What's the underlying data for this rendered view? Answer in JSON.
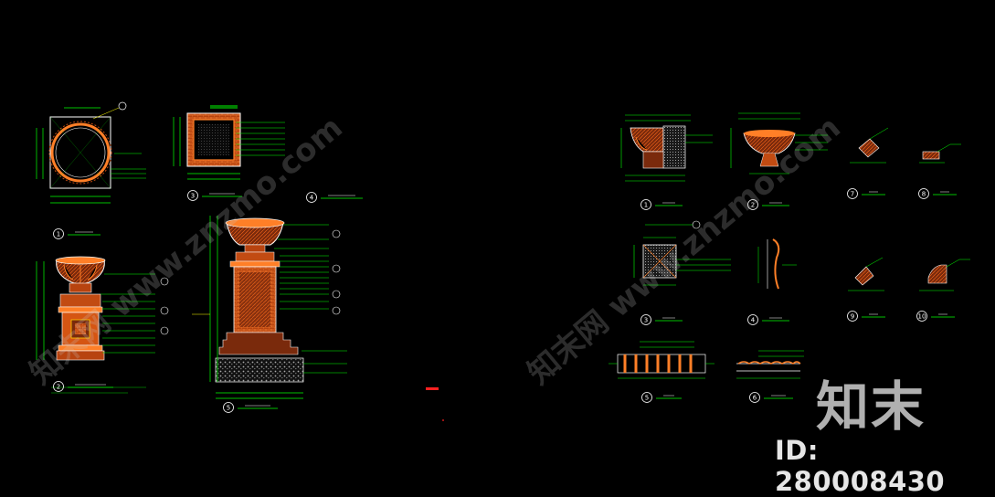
{
  "drawing": {
    "background": "#000000",
    "colors": {
      "frame": "#00ff00",
      "outline": "#ffffff",
      "hatch": "#ff7f27",
      "fill": "#c24b12",
      "dim": "#ffff00",
      "dark": "#5a2b12",
      "gravel": "#9a9a9a",
      "center": "#ff2020"
    },
    "left_details": [
      {
        "num": "1"
      },
      {
        "num": "2"
      },
      {
        "num": "3"
      },
      {
        "num": "4"
      },
      {
        "num": "5"
      }
    ],
    "right_details": [
      {
        "num": "1"
      },
      {
        "num": "2"
      },
      {
        "num": "7"
      },
      {
        "num": "8"
      },
      {
        "num": "3"
      },
      {
        "num": "4"
      },
      {
        "num": "9"
      },
      {
        "num": "10"
      },
      {
        "num": "5"
      },
      {
        "num": "6"
      }
    ]
  },
  "watermark": {
    "text": "知末网 www.znzmo.com",
    "brand": "知末",
    "id_label": "ID: 280008430"
  }
}
